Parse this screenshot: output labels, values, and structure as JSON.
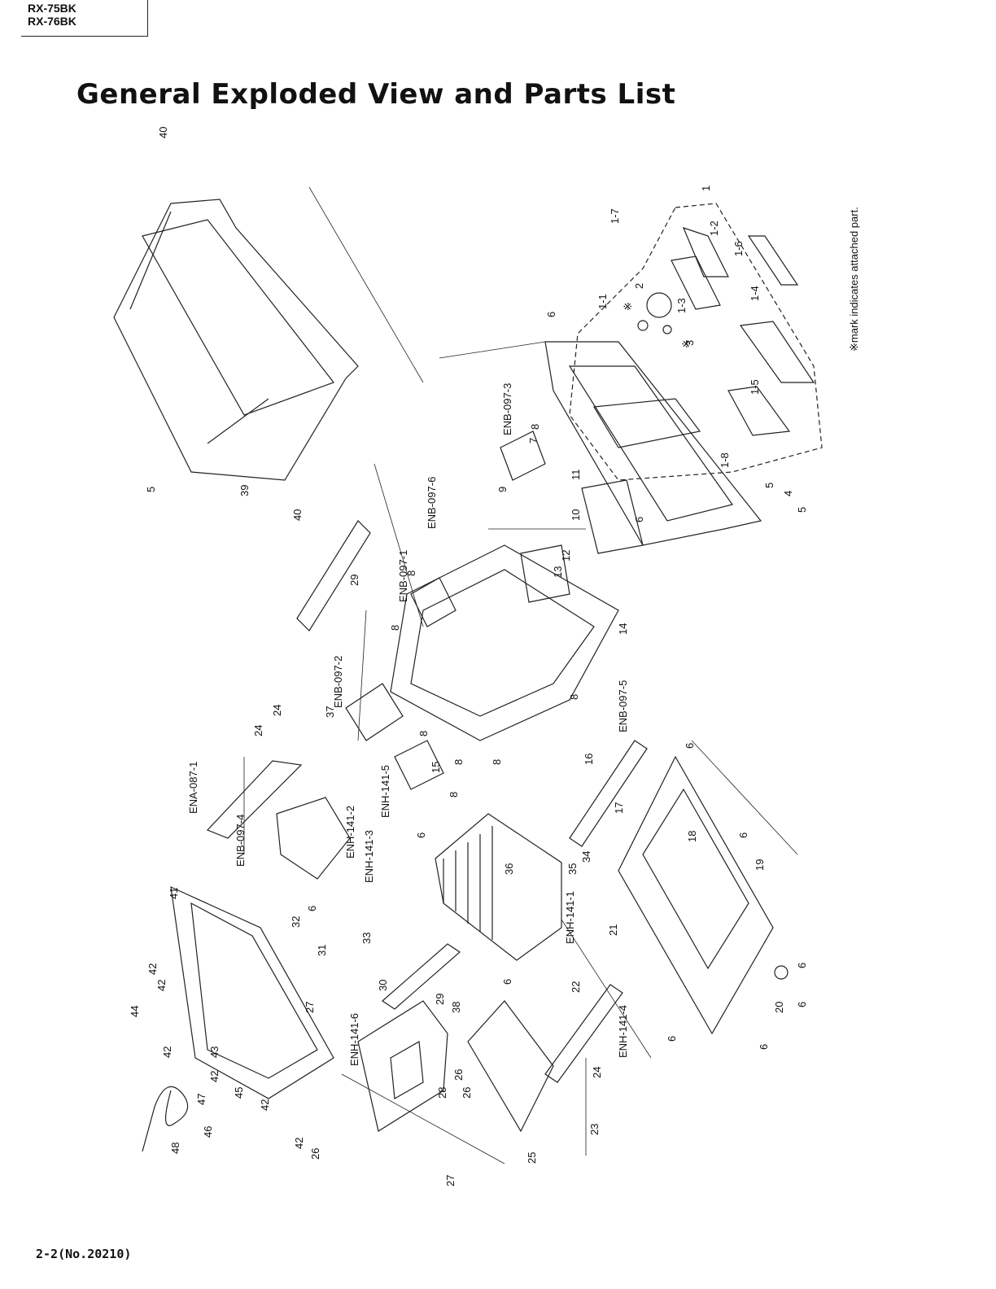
{
  "header": {
    "models": [
      "RX-75BK",
      "RX-76BK"
    ]
  },
  "page": {
    "title": "General Exploded View and Parts List",
    "note": "※mark indicates attached part.",
    "footer": "2-2(No.20210)"
  },
  "diagram": {
    "part_labels": [
      "40",
      "39",
      "5",
      "1",
      "1-1",
      "1-2",
      "1-3",
      "1-4",
      "1-5",
      "1-6",
      "1-7",
      "1-8",
      "2",
      "3",
      "4",
      "6",
      "7",
      "8",
      "9",
      "10",
      "11",
      "12",
      "13",
      "14",
      "15",
      "16",
      "17",
      "18",
      "19",
      "20",
      "21",
      "22",
      "23",
      "24",
      "25",
      "26",
      "27",
      "28",
      "29",
      "30",
      "31",
      "32",
      "33",
      "34",
      "35",
      "36",
      "37",
      "38",
      "41",
      "42",
      "43",
      "44",
      "45",
      "46",
      "47",
      "48",
      "ENB-097-1",
      "ENB-097-2",
      "ENB-097-3",
      "ENB-097-4",
      "ENB-097-5",
      "ENB-097-6",
      "ENA-087-1",
      "ENH-141-1",
      "ENH-141-2",
      "ENH-141-3",
      "ENH-141-4",
      "ENH-141-5",
      "ENH-141-6"
    ],
    "marks": [
      "※",
      "※"
    ]
  }
}
